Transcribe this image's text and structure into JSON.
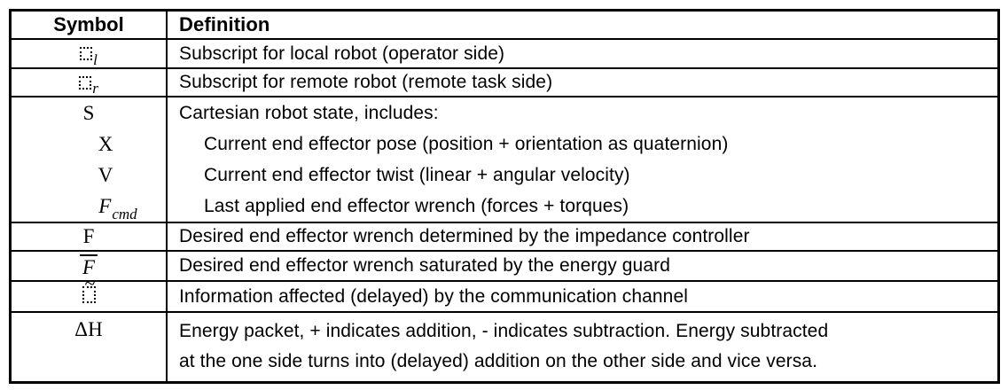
{
  "colors": {
    "border": "#000000",
    "text": "#000000",
    "background": "#ffffff"
  },
  "table": {
    "columns": [
      "Symbol",
      "Definition"
    ],
    "rows": [
      {
        "icon": "dotted-placeholder-box",
        "subscript": "l",
        "definition": "Subscript for local robot (operator side)"
      },
      {
        "icon": "dotted-placeholder-box",
        "subscript": "r",
        "definition": "Subscript for remote robot (remote task side)"
      },
      {
        "group": [
          {
            "symbol": "S",
            "definition": "Cartesian robot state, includes:"
          },
          {
            "symbol": "X",
            "definition": "Current end effector pose (position + orientation as quaternion)"
          },
          {
            "symbol": "V",
            "definition": "Current end effector twist (linear + angular velocity)"
          },
          {
            "symbol": "F",
            "subscript": "cmd",
            "definition": "Last applied end effector wrench (forces + torques)"
          }
        ]
      },
      {
        "symbol": "F",
        "definition": "Desired end effector wrench determined by the impedance controller"
      },
      {
        "symbol": "F",
        "overbar": true,
        "definition": "Desired end effector wrench saturated by the energy guard"
      },
      {
        "icon": "dotted-placeholder-box-tilde",
        "accent_glyph": "~",
        "definition": "Information affected (delayed) by the communication channel"
      },
      {
        "symbol": "ΔH",
        "definition_lines": [
          "Energy packet, + indicates addition, - indicates subtraction. Energy subtracted",
          "at the one side turns into (delayed) addition on the other side and vice versa."
        ]
      }
    ]
  }
}
